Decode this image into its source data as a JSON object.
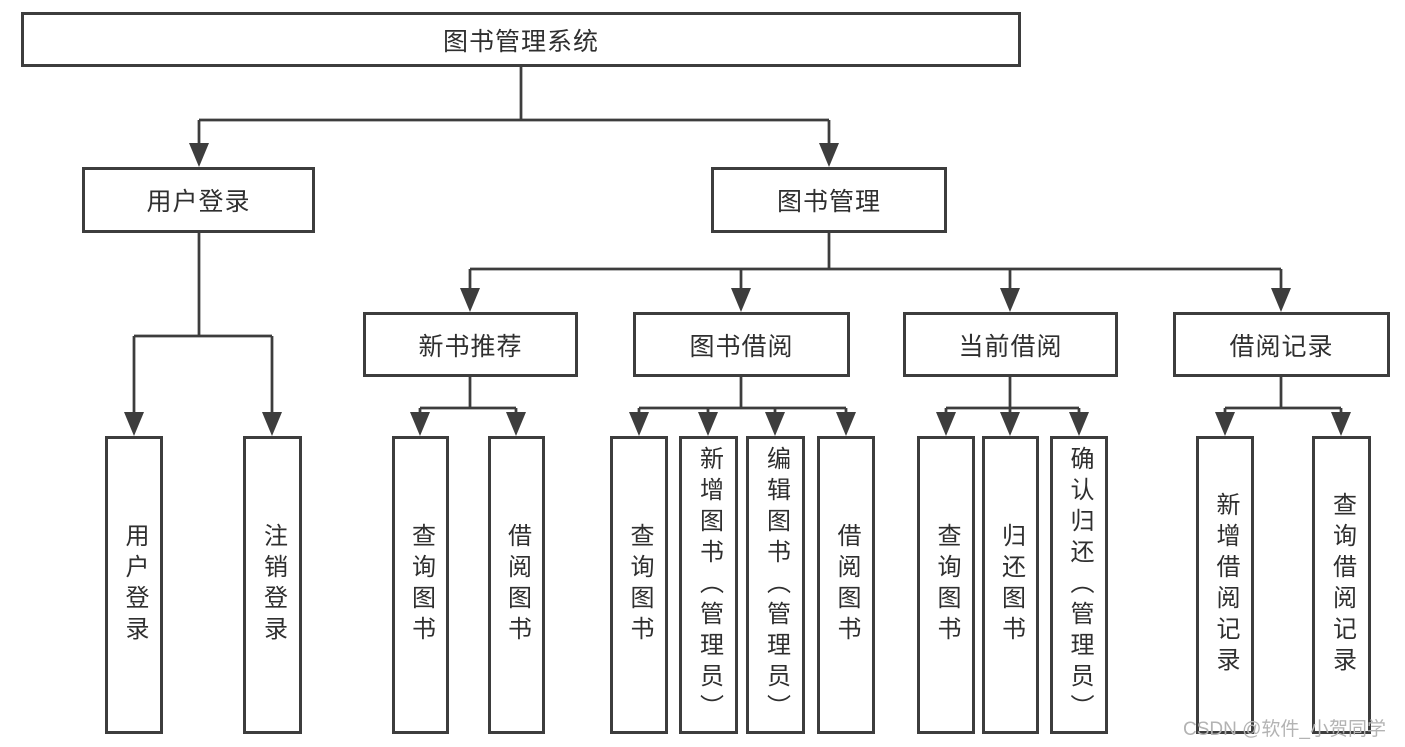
{
  "diagram": {
    "watermark": "CSDN @软件_小贺同学",
    "colors": {
      "line": "#3d3d3d",
      "border": "#3d3d3d",
      "text": "#2f2f2f",
      "watermark": "#b3b3b3",
      "background": "#ffffff"
    },
    "tree": {
      "label": "图书管理系统",
      "children": [
        {
          "label": "用户登录",
          "children": [
            {
              "label": "用户登录"
            },
            {
              "label": "注销登录"
            }
          ]
        },
        {
          "label": "图书管理",
          "children": [
            {
              "label": "新书推荐",
              "children": [
                {
                  "label": "查询图书"
                },
                {
                  "label": "借阅图书"
                }
              ]
            },
            {
              "label": "图书借阅",
              "children": [
                {
                  "label": "查询图书"
                },
                {
                  "label": "新增图书（管理员）"
                },
                {
                  "label": "编辑图书（管理员）"
                },
                {
                  "label": "借阅图书"
                }
              ]
            },
            {
              "label": "当前借阅",
              "children": [
                {
                  "label": "查询图书"
                },
                {
                  "label": "归还图书"
                },
                {
                  "label": "确认归还（管理员）"
                }
              ]
            },
            {
              "label": "借阅记录",
              "children": [
                {
                  "label": "新增借阅记录"
                },
                {
                  "label": "查询借阅记录"
                }
              ]
            }
          ]
        }
      ]
    }
  }
}
